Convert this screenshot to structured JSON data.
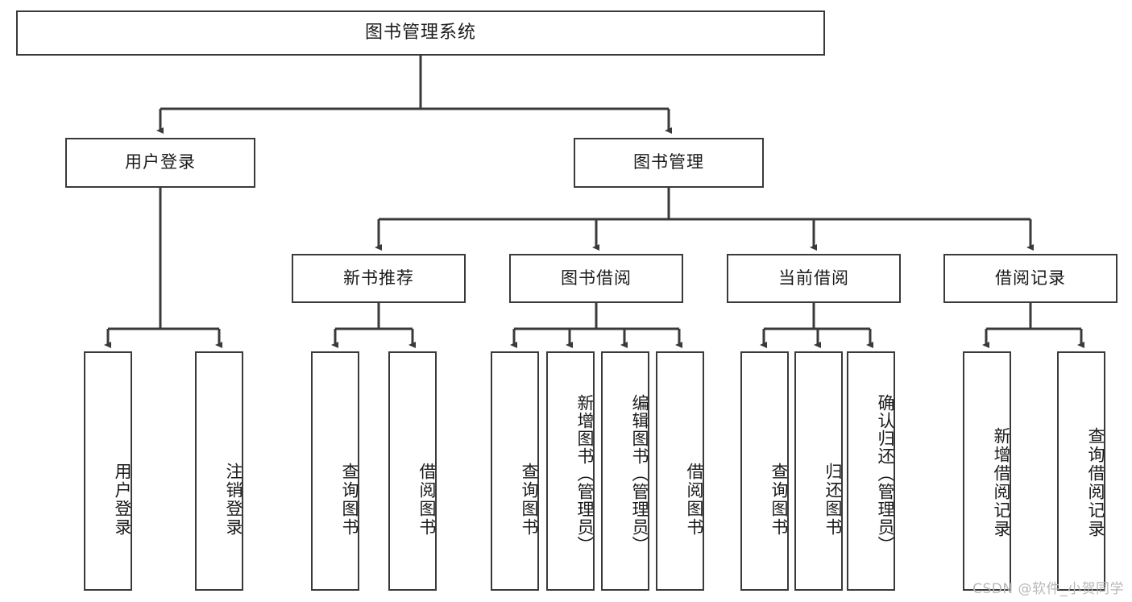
{
  "diagram": {
    "title": "图书管理系统",
    "watermark": "CSDN @软件_小贺同学",
    "root": {
      "label": "图书管理系统"
    },
    "level2": [
      {
        "label": "用户登录"
      },
      {
        "label": "图书管理"
      }
    ],
    "level3": [
      {
        "label": "新书推荐"
      },
      {
        "label": "图书借阅"
      },
      {
        "label": "当前借阅"
      },
      {
        "label": "借阅记录"
      }
    ],
    "leaves": [
      {
        "label": "用户登录"
      },
      {
        "label": "注销登录"
      },
      {
        "label": "查询图书"
      },
      {
        "label": "借阅图书"
      },
      {
        "label": "查询图书"
      },
      {
        "label": "新增图书（管理员）"
      },
      {
        "label": "编辑图书（管理员）"
      },
      {
        "label": "借阅图书"
      },
      {
        "label": "查询图书"
      },
      {
        "label": "归还图书"
      },
      {
        "label": "确认归还（管理员）"
      },
      {
        "label": "新增借阅记录"
      },
      {
        "label": "查询借阅记录"
      }
    ],
    "colors": {
      "stroke": "#3a3a3a",
      "fill": "#ffffff",
      "text": "#1a1a1a",
      "watermark": "#b8b8b8"
    }
  }
}
